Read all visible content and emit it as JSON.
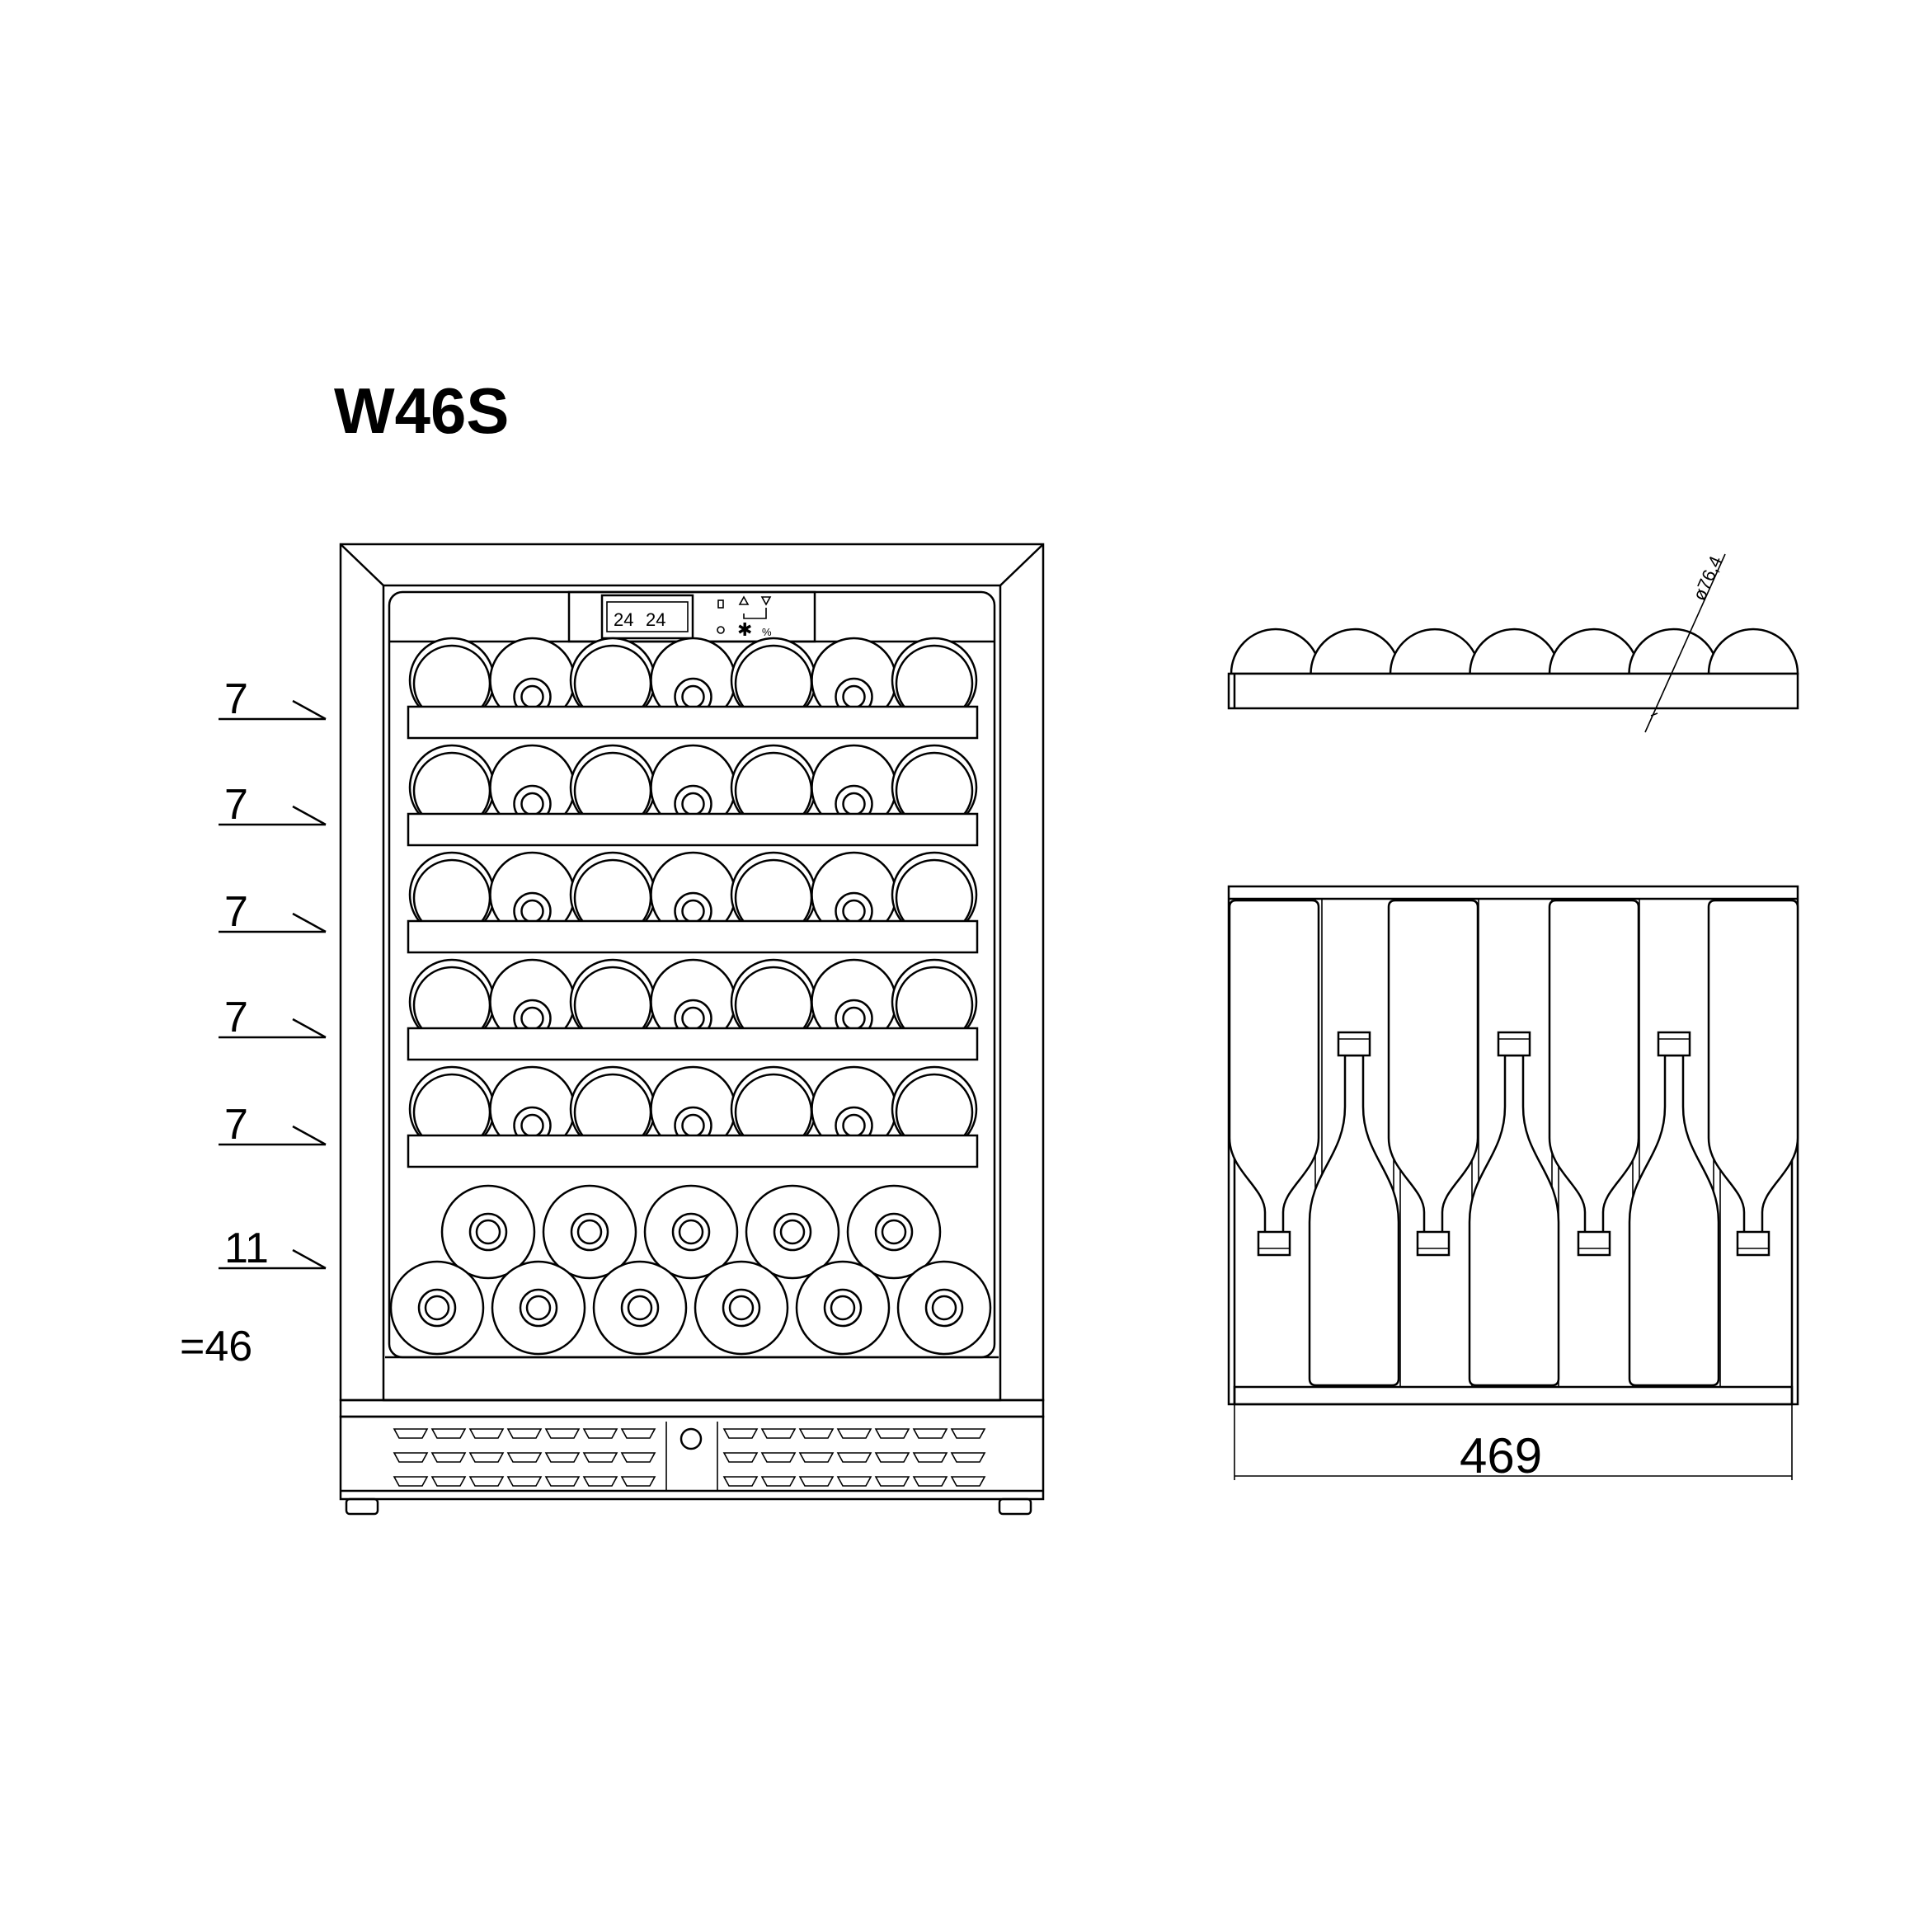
{
  "title": "W46S",
  "front_view": {
    "shelf_counts": [
      "7",
      "7",
      "7",
      "7",
      "7",
      "11"
    ],
    "total": "=46",
    "display": {
      "readout_left": "24",
      "readout_right": "24"
    },
    "shelf_bottles_per_row": 7,
    "bottom_rack_rows": [
      5,
      6
    ]
  },
  "shelf_top_view": {
    "diameter_label": "ø76,4",
    "bottle_count": 7
  },
  "shelf_side_view": {
    "width_label": "469"
  }
}
